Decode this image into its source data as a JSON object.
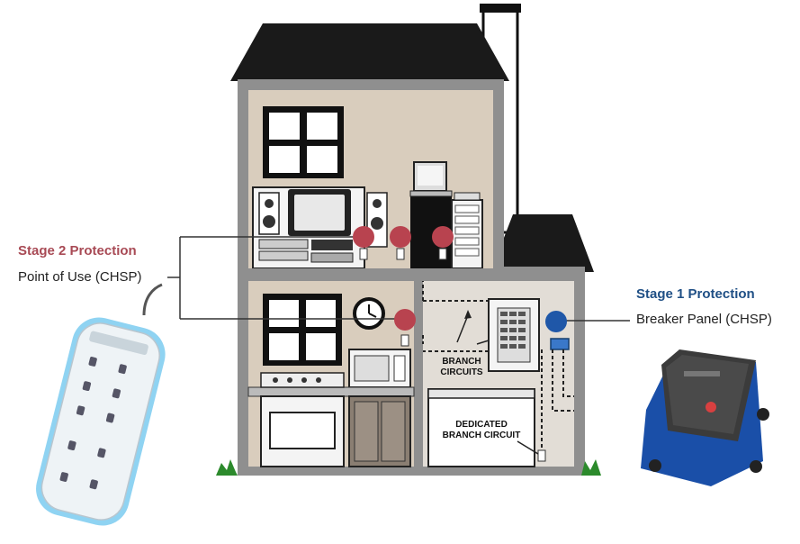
{
  "stage2": {
    "title": "Stage 2 Protection",
    "subtitle": "Point of Use (CHSP)"
  },
  "stage1": {
    "title": "Stage 1 Protection",
    "subtitle": "Breaker Panel (CHSP)"
  },
  "house_labels": {
    "branch_line1": "BRANCH",
    "branch_line2": "CIRCUITS",
    "dedicated_line1": "DEDICATED",
    "dedicated_line2": "BRANCH CIRCUIT"
  },
  "colors": {
    "stage2": "#a84a55",
    "stage1": "#1f4f85",
    "marker_red": "#b8434f",
    "marker_blue": "#1f57a8",
    "wall": "#d9cdbd",
    "wall_lower_right": "#e2ddd6",
    "roof": "#1a1a1a",
    "house_frame": "#9a9a9a"
  },
  "icons": {
    "power_strip": "power-strip-icon",
    "surge_device": "surge-protector-device-icon",
    "clock": "clock-icon",
    "panel": "breaker-panel-icon"
  }
}
